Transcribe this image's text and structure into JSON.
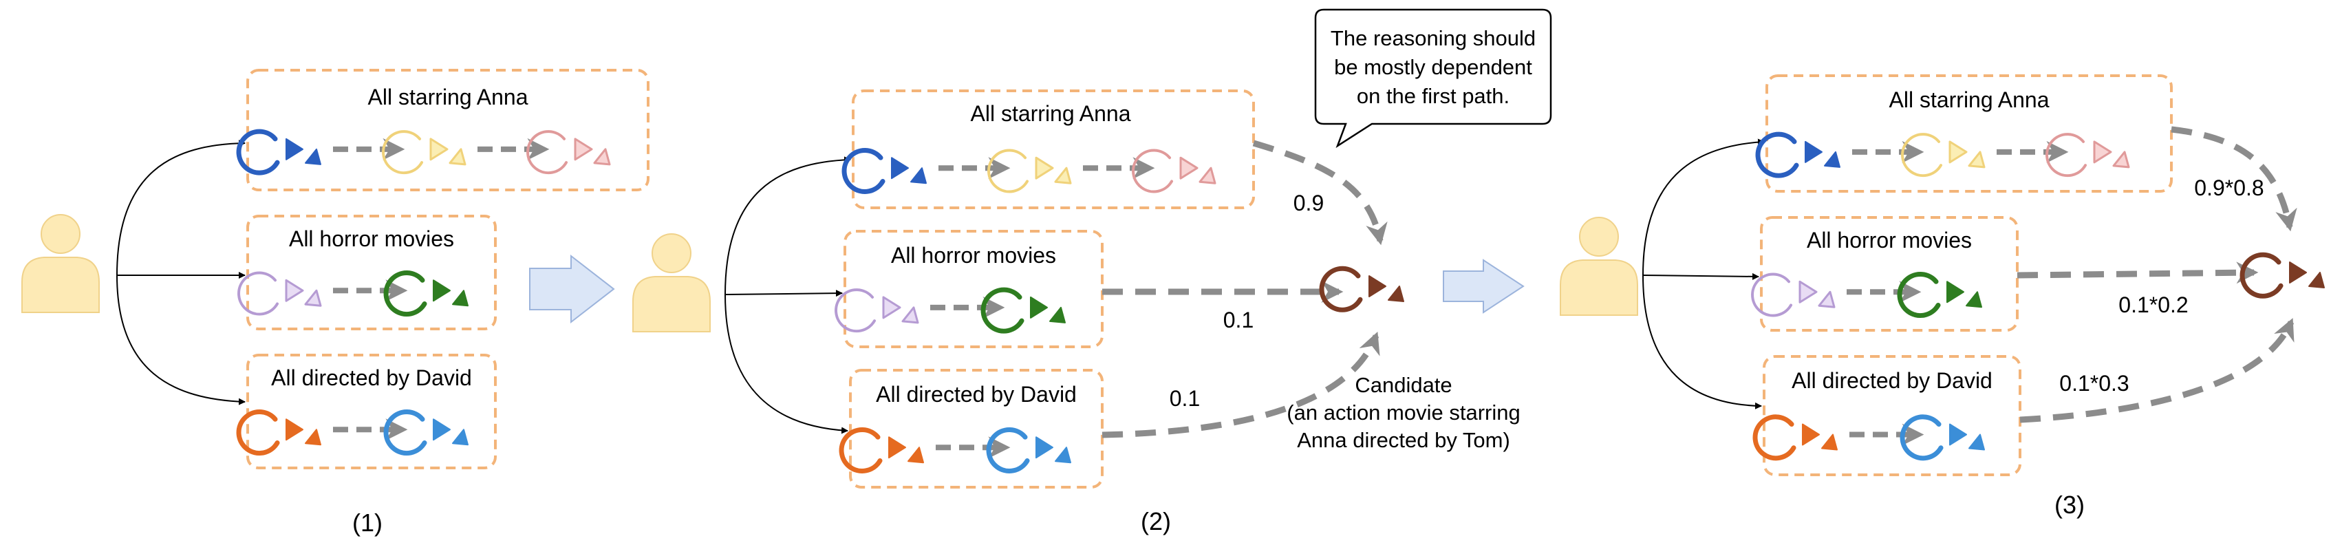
{
  "panels": [
    {
      "caption": "(1)",
      "groups": [
        {
          "label": "All starring Anna",
          "items": [
            "blue",
            "yellow",
            "pink"
          ]
        },
        {
          "label": "All horror movies",
          "items": [
            "lavender",
            "green"
          ]
        },
        {
          "label": "All directed by David",
          "items": [
            "orange",
            "skyblue"
          ]
        }
      ]
    },
    {
      "caption": "(2)",
      "groups": [
        {
          "label": "All starring Anna",
          "items": [
            "blue",
            "yellow",
            "pink"
          ]
        },
        {
          "label": "All horror movies",
          "items": [
            "lavender",
            "green"
          ]
        },
        {
          "label": "All directed by David",
          "items": [
            "orange",
            "skyblue"
          ]
        }
      ],
      "weights": [
        "0.9",
        "0.1",
        "0.1"
      ],
      "candidate": {
        "lines": [
          "Candidate",
          "(an action movie starring",
          "Anna directed by Tom)"
        ]
      },
      "bubble": {
        "lines": [
          "The reasoning should",
          "be mostly dependent",
          "on the first path."
        ]
      }
    },
    {
      "caption": "(3)",
      "groups": [
        {
          "label": "All starring Anna",
          "items": [
            "blue",
            "yellow",
            "pink"
          ]
        },
        {
          "label": "All horror movies",
          "items": [
            "lavender",
            "green"
          ]
        },
        {
          "label": "All directed by David",
          "items": [
            "orange",
            "skyblue"
          ]
        }
      ],
      "weights": [
        "0.9*0.8",
        "0.1*0.2",
        "0.1*0.3"
      ]
    }
  ],
  "colors": {
    "blue": {
      "stroke": "#2a5fc0",
      "fill": "#2a5fc0",
      "icon": "play-filled-icon"
    },
    "yellow": {
      "stroke": "#f0d27a",
      "fill": "#fbeeb4",
      "icon": "play-outline-icon"
    },
    "pink": {
      "stroke": "#e09a9a",
      "fill": "#f8d4d4",
      "icon": "play-outline-icon"
    },
    "lavender": {
      "stroke": "#b59bd3",
      "fill": "#e8dcf4",
      "icon": "play-outline-icon"
    },
    "green": {
      "stroke": "#2e7d20",
      "fill": "#2e7d20",
      "icon": "play-filled-icon"
    },
    "orange": {
      "stroke": "#e56a20",
      "fill": "#e56a20",
      "icon": "play-filled-icon"
    },
    "skyblue": {
      "stroke": "#3b8ed8",
      "fill": "#3b8ed8",
      "icon": "play-filled-icon"
    },
    "brown": {
      "stroke": "#7b3b24",
      "fill": "#7b3b24",
      "icon": "play-filled-icon"
    },
    "group_border": "#f3b479",
    "dash_arrow": "#8c8c8c",
    "user_fill": "#fdeab5",
    "user_stroke": "#f0d28a",
    "transition_arrow_fill": "#dbe6f7",
    "transition_arrow_stroke": "#9cb4dc"
  }
}
